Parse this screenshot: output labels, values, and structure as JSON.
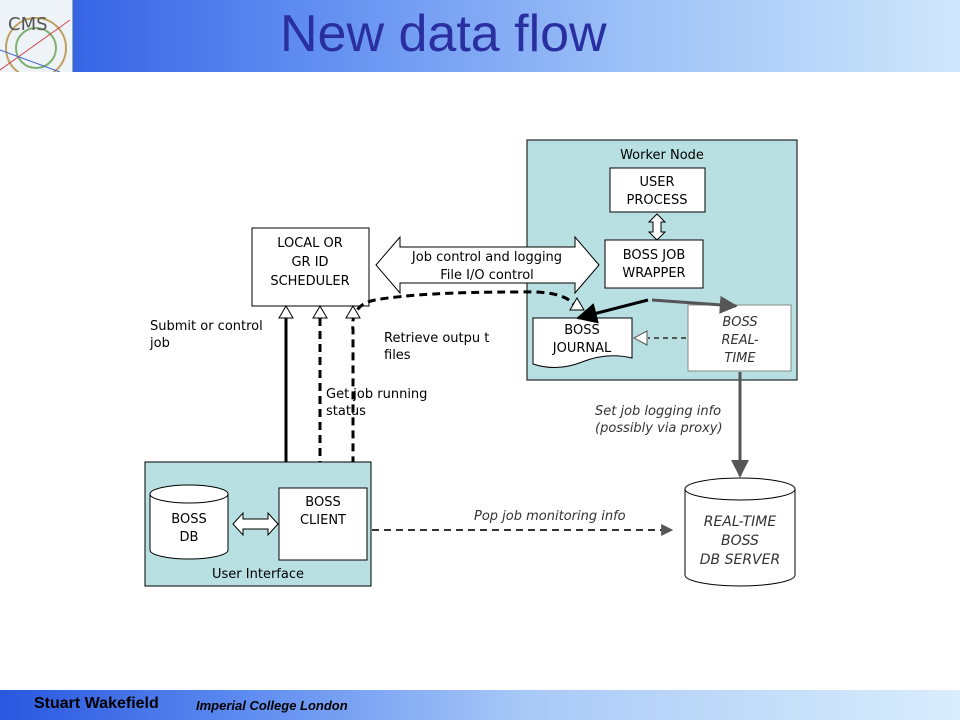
{
  "slide": {
    "title": "New data flow",
    "logo_text": "CMS",
    "footer": {
      "author": "Stuart Wakefield",
      "affiliation": "Imperial College London"
    }
  },
  "diagram": {
    "worker_node": {
      "label": "Worker Node",
      "user_process": [
        "USER",
        "PROCESS"
      ],
      "boss_job_wrapper": [
        "BOSS JOB",
        "WRAPPER"
      ],
      "boss_journal": [
        "BOSS",
        "JOURNAL"
      ],
      "boss_real_time": [
        "BOSS",
        "REAL-",
        "TIME"
      ]
    },
    "scheduler": [
      "LOCAL OR",
      "GR ID",
      "SCHEDULER"
    ],
    "job_control_arrow": [
      "Job control and logging",
      "File I/O control"
    ],
    "user_interface": {
      "label": "User Interface",
      "boss_db": [
        "BOSS",
        "DB"
      ],
      "boss_client": [
        "BOSS",
        "CLIENT"
      ]
    },
    "realtime_db_server": [
      "REAL-TIME",
      "BOSS",
      "DB SERVER"
    ],
    "edge_labels": {
      "submit": [
        "Submit or control",
        "job"
      ],
      "retrieve": [
        "Retrieve outpu t",
        "files"
      ],
      "get_status": [
        "Get job running",
        "status"
      ],
      "set_logging": [
        "Set job logging info",
        "(possibly via proxy)"
      ],
      "pop_monitoring": "Pop job monitoring info"
    }
  },
  "colors": {
    "box_fill": "#b8e0e2",
    "title_text": "#2a2fa0"
  }
}
